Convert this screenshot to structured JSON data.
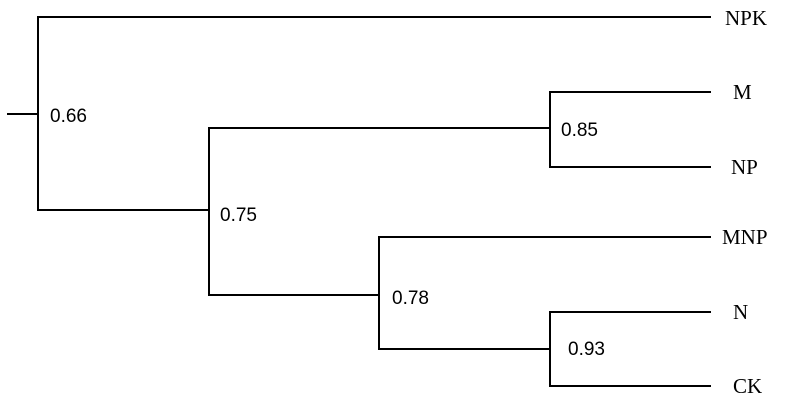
{
  "dendrogram": {
    "leaves": [
      "NPK",
      "M",
      "NP",
      "MNP",
      "N",
      "CK"
    ],
    "nodes": [
      {
        "id": "root",
        "value": "0.66",
        "children": [
          "NPK",
          "n075"
        ]
      },
      {
        "id": "n075",
        "value": "0.75",
        "children": [
          "n085",
          "n078"
        ]
      },
      {
        "id": "n085",
        "value": "0.85",
        "children": [
          "M",
          "NP"
        ]
      },
      {
        "id": "n078",
        "value": "0.78",
        "children": [
          "MNP",
          "n093"
        ]
      },
      {
        "id": "n093",
        "value": "0.93",
        "children": [
          "N",
          "CK"
        ]
      }
    ]
  }
}
